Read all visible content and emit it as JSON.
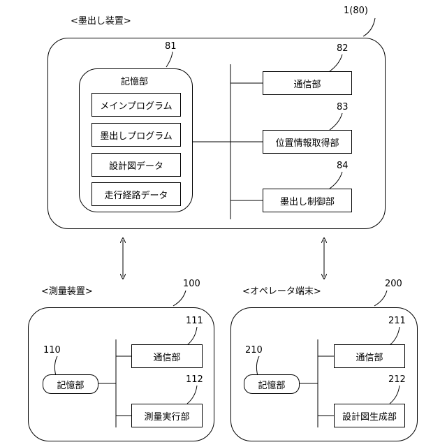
{
  "marking_device": {
    "title": "<墨出し装置>",
    "ref": "1(80)",
    "storage": {
      "ref": "81",
      "title": "記憶部",
      "items": [
        "メインプログラム",
        "墨出しプログラム",
        "設計図データ",
        "走行経路データ"
      ]
    },
    "communication": {
      "ref": "82",
      "label": "通信部"
    },
    "position_acquisition": {
      "ref": "83",
      "label": "位置情報取得部"
    },
    "marking_control": {
      "ref": "84",
      "label": "墨出し制御部"
    }
  },
  "surveying_device": {
    "title": "<測量装置>",
    "ref": "100",
    "storage": {
      "ref": "110",
      "label": "記憶部"
    },
    "communication": {
      "ref": "111",
      "label": "通信部"
    },
    "survey_execution": {
      "ref": "112",
      "label": "測量実行部"
    }
  },
  "operator_terminal": {
    "title": "<オペレータ端末>",
    "ref": "200",
    "storage": {
      "ref": "210",
      "label": "記憶部"
    },
    "communication": {
      "ref": "211",
      "label": "通信部"
    },
    "design_generation": {
      "ref": "212",
      "label": "設計図生成部"
    }
  }
}
